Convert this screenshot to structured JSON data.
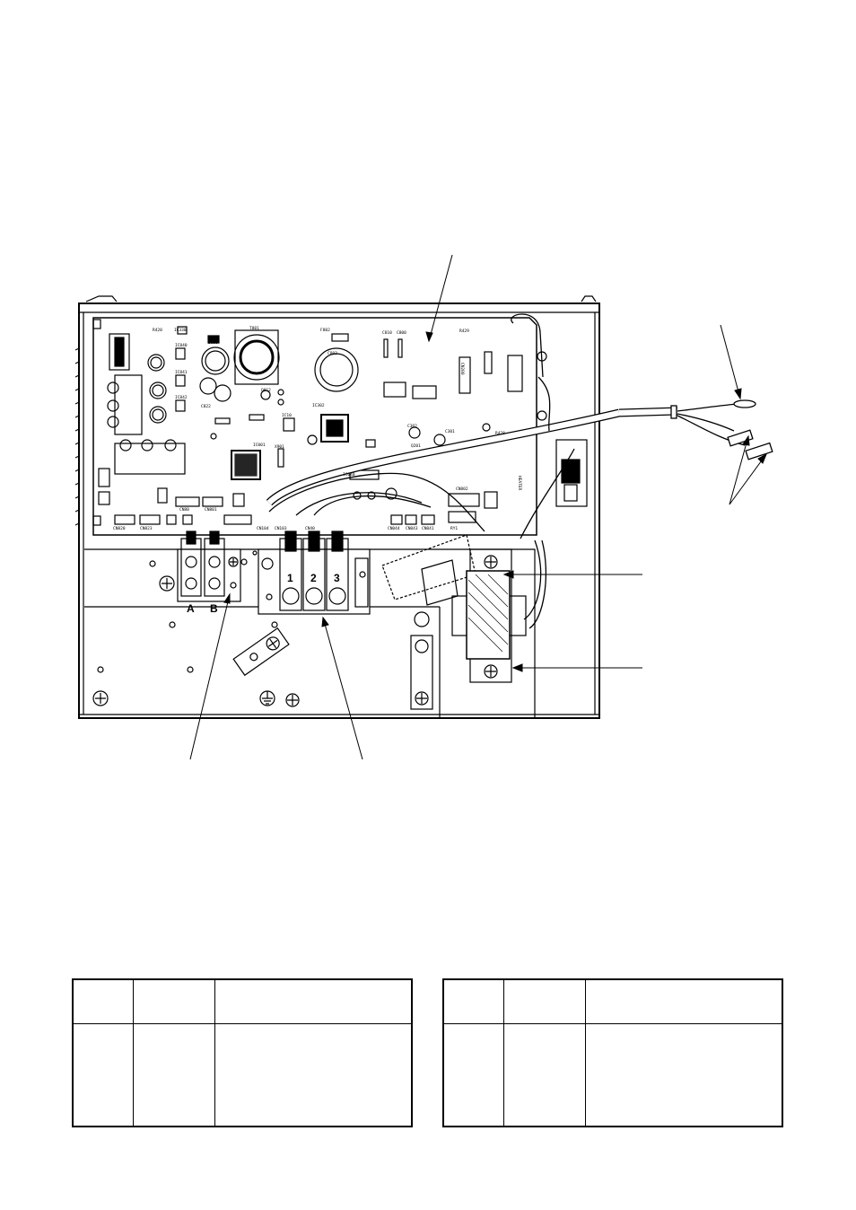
{
  "board": {
    "pcb_labels": [
      "R420",
      "IC330",
      "D800",
      "T801",
      "F802",
      "C810",
      "C800",
      "R429",
      "IC840",
      "IC841",
      "IC842",
      "C802",
      "C822",
      "Q812",
      "IC10",
      "IC302",
      "C302",
      "C301",
      "Q201",
      "R428",
      "IC001",
      "X901",
      "IC040",
      "CN820",
      "CN823",
      "CN801",
      "CN80",
      "CN104",
      "CN103",
      "CN40",
      "CN041",
      "CN044",
      "CN043",
      "RY1",
      "CN802",
      "HEATER",
      "CN200"
    ],
    "terminal_block_left": [
      "A",
      "B"
    ],
    "terminal_block_right": [
      "1",
      "2",
      "3"
    ]
  },
  "tables": {
    "left": {
      "headers": [
        "",
        "",
        ""
      ],
      "rows": [
        [
          "",
          "",
          ""
        ]
      ]
    },
    "right": {
      "headers": [
        "",
        "",
        ""
      ],
      "rows": [
        [
          "",
          "",
          ""
        ]
      ]
    }
  },
  "colors": {
    "line": "#000000",
    "background": "#ffffff",
    "wire_fill": "#ffffff"
  }
}
